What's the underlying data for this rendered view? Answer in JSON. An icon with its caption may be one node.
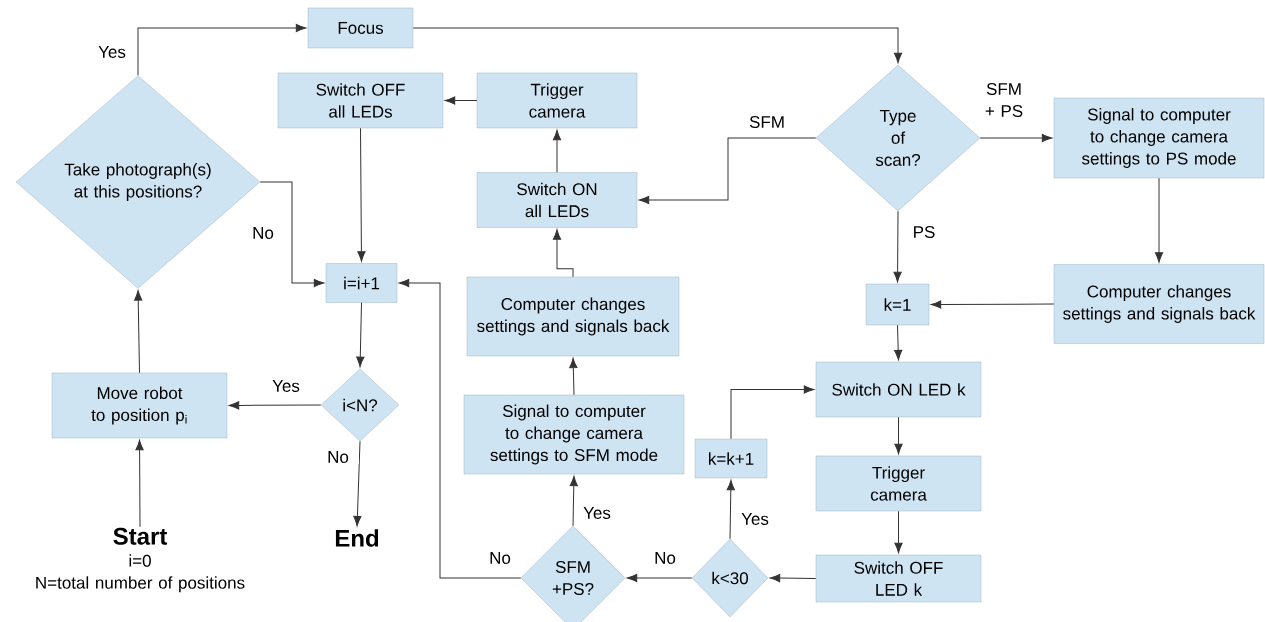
{
  "diagram": {
    "nodes": [
      {
        "text": [
          "Start",
          "i=0",
          "N=total number of positions"
        ]
      },
      {
        "text": [
          "Move robot to position p$_{i}$"
        ]
      },
      {
        "text": [
          "Take photograph(s) at this positions?"
        ]
      },
      {
        "text": [
          "Focus"
        ]
      },
      {
        "text": [
          "Type of scan?"
        ]
      },
      {
        "text": [
          "Switch ON all LEDs"
        ]
      },
      {
        "text": [
          "Trigger camera"
        ]
      },
      {
        "text": [
          "Switch OFF all LEDs"
        ]
      },
      {
        "text": [
          "i=i+1"
        ]
      },
      {
        "text": [
          "i<N?"
        ]
      },
      {
        "text": [
          "End"
        ]
      },
      {
        "text": [
          "Signal to computer to change camera settings to PS mode"
        ]
      },
      {
        "text": [
          "Computer changes settings and signals back"
        ]
      },
      {
        "text": [
          "k=1"
        ]
      },
      {
        "text": [
          "Switch ON LED k"
        ]
      },
      {
        "text": [
          "Trigger camera"
        ]
      },
      {
        "text": [
          "Switch OFF LED k"
        ]
      },
      {
        "text": [
          "k<30"
        ]
      },
      {
        "text": [
          "k=k+1"
        ]
      },
      {
        "text": [
          "SFM +PS?"
        ]
      },
      {
        "text": [
          "Signal to computer to change camera settings to SFM mode"
        ]
      },
      {
        "text": [
          "Computer changes settings and signals back"
        ]
      }
    ],
    "edges": [
      {
        "from": 0,
        "to": 1,
        "arrow": "to"
      },
      {
        "from": 1,
        "to": 2,
        "arrow": "to"
      },
      {
        "from": 2,
        "to": 3,
        "arrow": "to",
        "label": "Yes"
      },
      {
        "from": 2,
        "to": 8,
        "arrow": "to",
        "label": "No"
      },
      {
        "from": 3,
        "to": 4,
        "arrow": "to"
      },
      {
        "from": 4,
        "to": 5,
        "arrow": "to",
        "label": "SFM"
      },
      {
        "from": 4,
        "to": 11,
        "arrow": "to",
        "label": "SFM + PS"
      },
      {
        "from": 4,
        "to": 13,
        "arrow": "to",
        "label": "PS"
      },
      {
        "from": 11,
        "to": 12,
        "arrow": "to"
      },
      {
        "from": 12,
        "to": 13,
        "arrow": "to"
      },
      {
        "from": 13,
        "to": 14,
        "arrow": "to"
      },
      {
        "from": 14,
        "to": 15,
        "arrow": "to"
      },
      {
        "from": 15,
        "to": 16,
        "arrow": "to"
      },
      {
        "from": 16,
        "to": 17,
        "arrow": "to"
      },
      {
        "from": 17,
        "to": 18,
        "arrow": "to",
        "label": "Yes"
      },
      {
        "from": 18,
        "to": 14,
        "arrow": "to"
      },
      {
        "from": 17,
        "to": 19,
        "arrow": "to",
        "label": "No"
      },
      {
        "from": 19,
        "to": 20,
        "arrow": "to",
        "label": "Yes"
      },
      {
        "from": 19,
        "to": 8,
        "arrow": "to",
        "label": "No"
      },
      {
        "from": 20,
        "to": 21,
        "arrow": "to"
      },
      {
        "from": 21,
        "to": 5,
        "arrow": "to"
      },
      {
        "from": 5,
        "to": 6,
        "arrow": "to"
      },
      {
        "from": 6,
        "to": 7,
        "arrow": "to"
      },
      {
        "from": 7,
        "to": 8,
        "arrow": "to"
      },
      {
        "from": 8,
        "to": 9,
        "arrow": "to"
      },
      {
        "from": 9,
        "to": 1,
        "arrow": "to",
        "label": "Yes"
      },
      {
        "from": 9,
        "to": 10,
        "arrow": "to",
        "label": "No"
      }
    ]
  }
}
